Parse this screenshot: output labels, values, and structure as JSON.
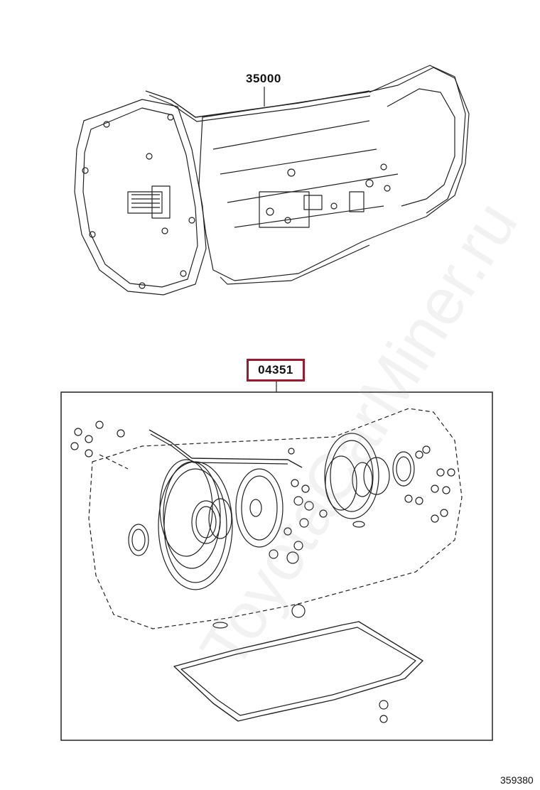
{
  "diagram": {
    "parts": [
      {
        "part_number": "35000",
        "description_icon": "automatic-transmission-assembly-icon"
      },
      {
        "part_number": "04351",
        "description_icon": "overhaul-gasket-kit-icon",
        "highlighted": true
      }
    ],
    "diagram_id": "359380",
    "watermark": "ToyotaCarMiner.ru",
    "highlight_color": "#9b1b2e",
    "line_color": "#222222"
  }
}
